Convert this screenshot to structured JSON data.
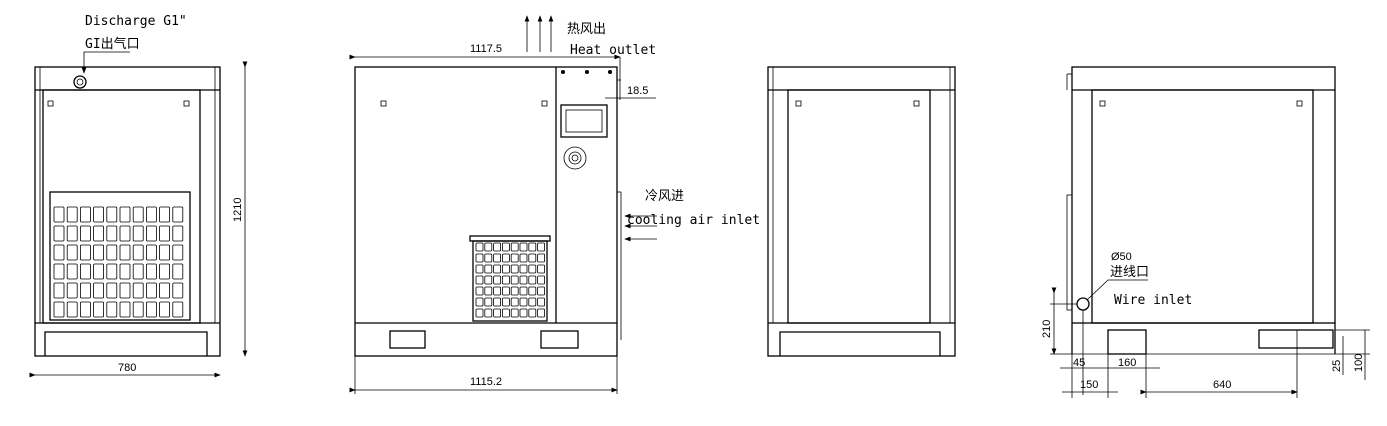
{
  "front_view": {
    "discharge_label": "Discharge G1\"",
    "discharge_cn": "GI出气口",
    "width_dim": "780",
    "height_dim": "1210"
  },
  "side_view": {
    "heat_outlet_cn": "热风出",
    "heat_outlet": "Heat outlet",
    "top_width_dim": "1117.5",
    "offset_dim": "18.5",
    "cooling_inlet_cn": "冷风进",
    "cooling_inlet": "cooling air inlet",
    "bottom_width_dim": "1115.2"
  },
  "rear_side_view": {
    "wire_diameter": "Ø50",
    "wire_inlet_cn": "进线口",
    "wire_inlet": "Wire inlet",
    "dim_210": "210",
    "dim_45": "45",
    "dim_160": "160",
    "dim_150": "150",
    "dim_640": "640",
    "dim_25": "25",
    "dim_100": "100"
  }
}
